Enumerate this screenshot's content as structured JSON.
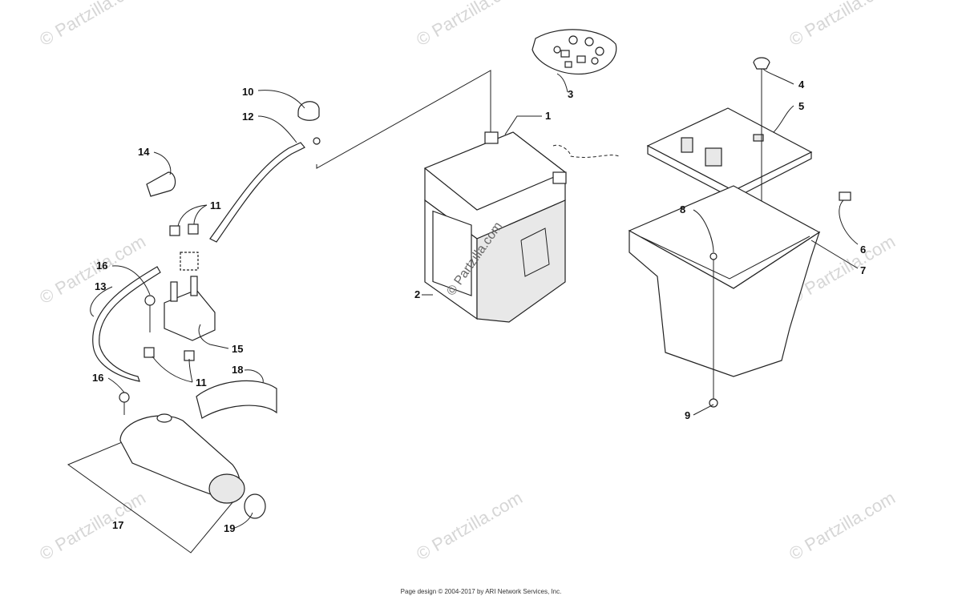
{
  "watermark_text": "© Partzilla.com",
  "center_watermark": "© Partzilla.com",
  "callouts": [
    {
      "id": "c1",
      "label": "1"
    },
    {
      "id": "c2",
      "label": "2"
    },
    {
      "id": "c3",
      "label": "3"
    },
    {
      "id": "c4",
      "label": "4"
    },
    {
      "id": "c5",
      "label": "5"
    },
    {
      "id": "c6",
      "label": "6"
    },
    {
      "id": "c7",
      "label": "7"
    },
    {
      "id": "c8",
      "label": "8"
    },
    {
      "id": "c9",
      "label": "9"
    },
    {
      "id": "c10",
      "label": "10"
    },
    {
      "id": "c11a",
      "label": "11"
    },
    {
      "id": "c11b",
      "label": "11"
    },
    {
      "id": "c12",
      "label": "12"
    },
    {
      "id": "c13",
      "label": "13"
    },
    {
      "id": "c14",
      "label": "14"
    },
    {
      "id": "c15",
      "label": "15"
    },
    {
      "id": "c16a",
      "label": "16"
    },
    {
      "id": "c16b",
      "label": "16"
    },
    {
      "id": "c17",
      "label": "17"
    },
    {
      "id": "c18",
      "label": "18"
    },
    {
      "id": "c19",
      "label": "19"
    }
  ],
  "footer": "Page design © 2004-2017 by ARI Network Services, Inc."
}
